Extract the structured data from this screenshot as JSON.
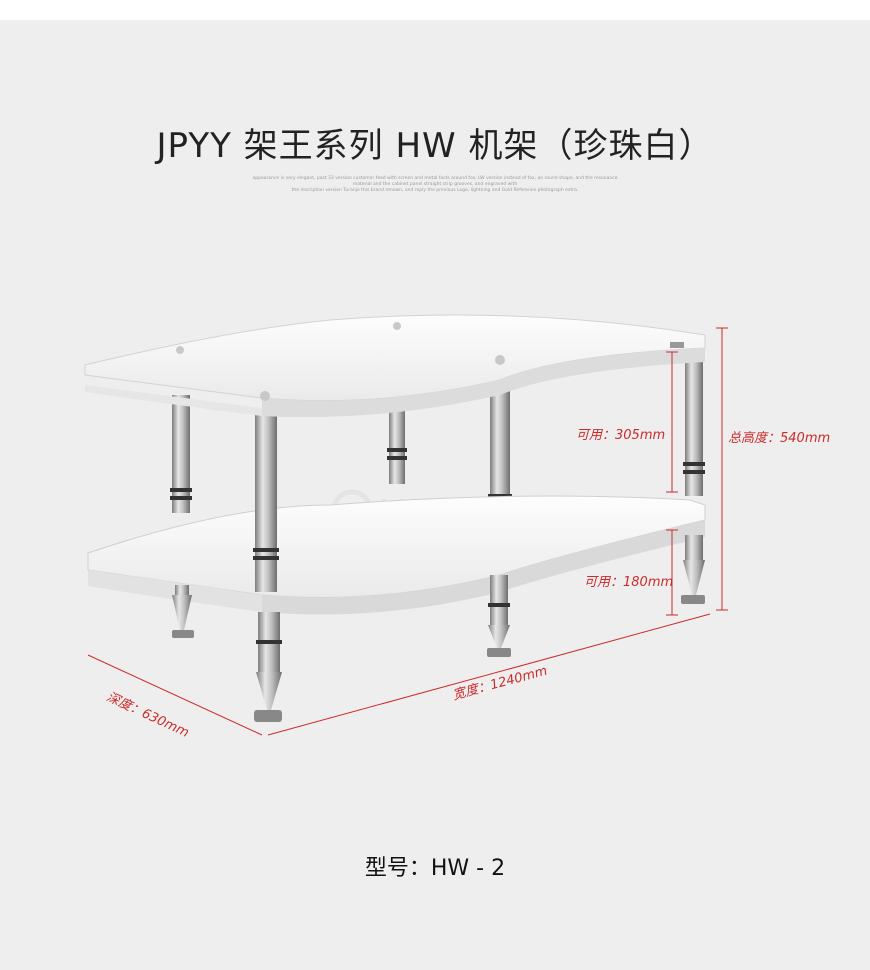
{
  "title": "JPYY 架王系列 HW 机架（珍珠白）",
  "fine_print": [
    "appearance is very elegant, post 33 version customer feed with screen and metal facts around fox, LW version instead of fox, an round shape, and the resonance",
    "material and the cabinet panel straight strip grooves, and engraved with",
    "the inscription version Turanjo this brand renown, and reply the previous Logo, lightning and Gold Reference photograph extra."
  ],
  "watermark": "HIFI",
  "dimensions": {
    "usable_top": "可用：305mm",
    "usable_bottom": "可用：180mm",
    "total_height": "总高度：540mm",
    "width": "宽度：1240mm",
    "depth": "深度：630mm"
  },
  "model": "型号：HW - 2",
  "colors": {
    "dimension_line": "#cc2b2b",
    "background": "#eeeeee",
    "shelf": "#fafafa",
    "steel": "#b8b8b8"
  }
}
